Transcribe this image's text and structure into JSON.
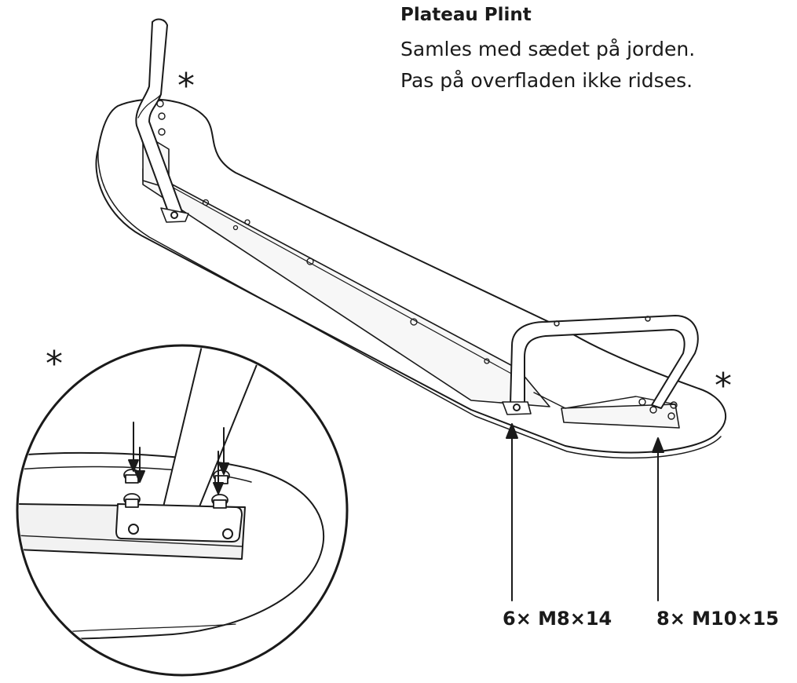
{
  "header": {
    "title": "Plateau Plint",
    "line1": "Samles med sædet på jorden.",
    "line2": "Pas på overfladen ikke ridses."
  },
  "markers": {
    "asterisk": "*"
  },
  "labels": {
    "screws_small": "6× M8×14",
    "screws_large": "8× M10×15"
  },
  "colors": {
    "ink": "#1a1a1a",
    "background": "#ffffff",
    "part_fill": "#f2f2f2"
  }
}
